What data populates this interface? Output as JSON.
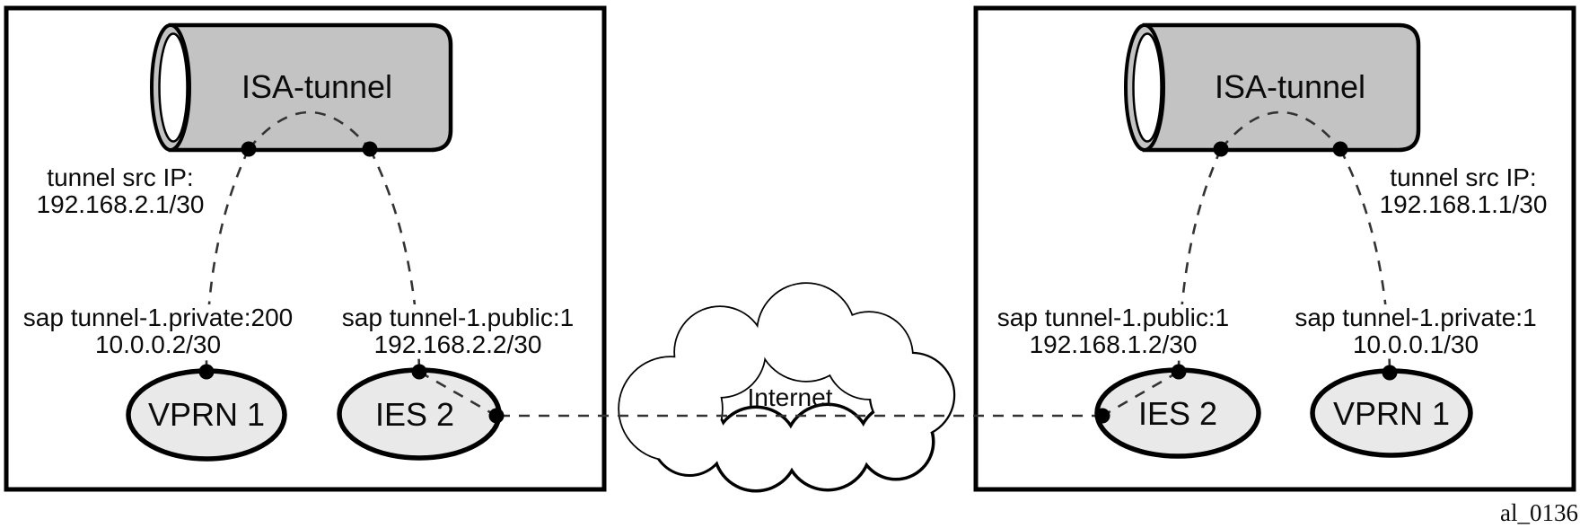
{
  "left_router": {
    "tunnel_label": "ISA-tunnel",
    "tunnel_src_line1": "tunnel src IP:",
    "tunnel_src_line2": "192.168.2.1/30",
    "sap_private_line1": "sap tunnel-1.private:200",
    "sap_private_line2": "10.0.0.2/30",
    "sap_public_line1": "sap tunnel-1.public:1",
    "sap_public_line2": "192.168.2.2/30",
    "vprn_label": "VPRN 1",
    "ies_label": "IES 2"
  },
  "right_router": {
    "tunnel_label": "ISA-tunnel",
    "tunnel_src_line1": "tunnel src IP:",
    "tunnel_src_line2": "192.168.1.1/30",
    "sap_public_line1": "sap tunnel-1.public:1",
    "sap_public_line2": "192.168.1.2/30",
    "sap_private_line1": "sap tunnel-1.private:1",
    "sap_private_line2": "10.0.0.1/30",
    "vprn_label": "VPRN 1",
    "ies_label": "IES 2"
  },
  "cloud": {
    "label": "Internet"
  },
  "figure_id": "al_0136",
  "colors": {
    "cylinder_fill": "#c3c3c3",
    "node_fill": "#e9e9ea",
    "outline": "#000000",
    "dash": "#333333",
    "background": "#ffffff"
  }
}
